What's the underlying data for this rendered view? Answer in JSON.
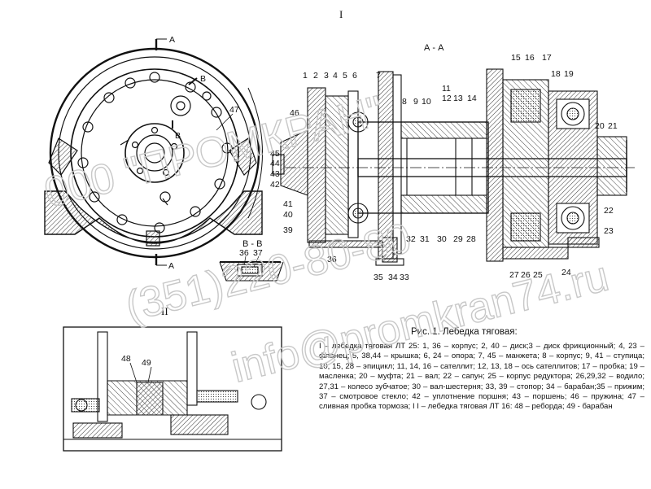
{
  "labels": {
    "view_I": "I",
    "view_II": "II",
    "section_AA": "А - А",
    "section_BB": "В - В",
    "arrow_A_top": "А",
    "arrow_A_bottom": "А",
    "arrow_B_top": "В",
    "arrow_B_bottom": "В"
  },
  "part_numbers": {
    "n1": "1",
    "n2": "2",
    "n3": "3",
    "n4": "4",
    "n5": "5",
    "n6": "6",
    "n7": "7",
    "n8": "8",
    "n9": "9",
    "n10": "10",
    "n11": "11",
    "n12": "12",
    "n13": "13",
    "n14": "14",
    "n15": "15",
    "n16": "16",
    "n17": "17",
    "n18": "18",
    "n19": "19",
    "n20": "20",
    "n21": "21",
    "n22": "22",
    "n23": "23",
    "n24": "24",
    "n25": "25",
    "n26": "26",
    "n27": "27",
    "n28": "28",
    "n29": "29",
    "n30": "30",
    "n31": "31",
    "n32": "32",
    "n33": "33",
    "n34": "34",
    "n35": "35",
    "n36": "36",
    "n36b": "36",
    "n37": "37",
    "n39": "39",
    "n40": "40",
    "n41": "41",
    "n42": "42",
    "n43": "43",
    "n44": "44",
    "n45": "45",
    "n46": "46",
    "n47": "47",
    "n48": "48",
    "n49": "49"
  },
  "caption": {
    "title": "Рис. 1. Лебедка тяговая:",
    "text": "I – лебедка тяговая ЛТ 25: 1, 36 – корпус; 2, 40 – диск;3 – диск фрикционный; 4, 23 – фланец; 5, 38,44 – крышка; 6, 24 – опора; 7, 45 – манжета; 8 – корпус; 9, 41 – ступица; 10, 15, 28 – эпицикл; 11, 14, 16 – сателлит; 12, 13, 18 – ось сателлитов; 17 – пробка; 19 – масленка; 20 – муфта; 21 – вал; 22 – сапун; 25 – корпус редуктора; 26,29,32 – водило; 27,31 – колесо зубчатое; 30 – вал-шестерня; 33, 39 – стопор; 34 – барабан;35 – прижим; 37 – смотровое стекло; 42 – уплотнение поршня; 43 – поршень; 46 – пружина; 47 – сливная пробка тормоза; I I – лебедка тяговая ЛТ 16: 48 – реборда; 49 - барабан"
  },
  "watermark": {
    "line1": "000 \"ПРОМКРАН\"",
    "line2": "(351)220-80-80",
    "line3": "info@promkran74.ru"
  },
  "colors": {
    "ink": "#111111",
    "paper": "#ffffff",
    "hatch": "#333333",
    "watermark": "#c8c8c8"
  }
}
